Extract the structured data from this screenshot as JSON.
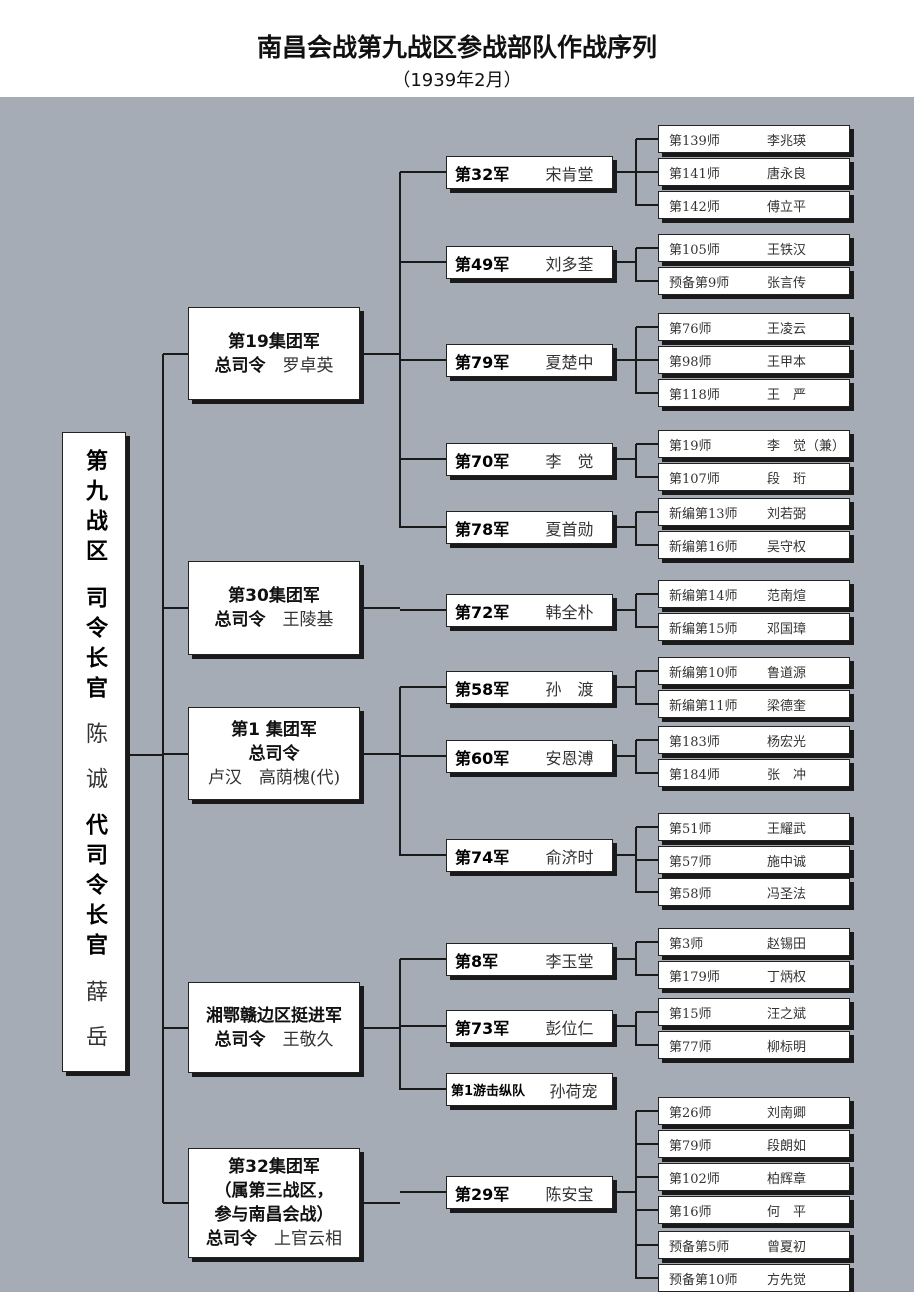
{
  "title": "南昌会战第九战区参战部队作战序列",
  "subtitle": "（1939年2月）",
  "commander": {
    "region": "第九战区",
    "role": "司令长官",
    "name": "陈 诚",
    "acting_role": "代司令长官",
    "acting_name": "薛 岳"
  },
  "groups": [
    {
      "lines": [
        "第19集团军"
      ],
      "cmd_label": "总司令",
      "cmd": "罗卓英",
      "armies": [
        {
          "unit": "第32军",
          "cmd": "宋肯堂",
          "divisions": [
            [
              "第139师",
              "李兆瑛"
            ],
            [
              "第141师",
              "唐永良"
            ],
            [
              "第142师",
              "傅立平"
            ]
          ]
        },
        {
          "unit": "第49军",
          "cmd": "刘多荃",
          "divisions": [
            [
              "第105师",
              "王铁汉"
            ],
            [
              "预备第9师",
              "张言传"
            ]
          ]
        },
        {
          "unit": "第79军",
          "cmd": "夏楚中",
          "divisions": [
            [
              "第76师",
              "王凌云"
            ],
            [
              "第98师",
              "王甲本"
            ],
            [
              "第118师",
              "王　严"
            ]
          ]
        },
        {
          "unit": "第70军",
          "cmd": "李　觉",
          "divisions": [
            [
              "第19师",
              "李　觉（兼）"
            ],
            [
              "第107师",
              "段　珩"
            ]
          ]
        },
        {
          "unit": "第78军",
          "cmd": "夏首勋",
          "divisions": [
            [
              "新编第13师",
              "刘若弼"
            ],
            [
              "新编第16师",
              "吴守权"
            ]
          ]
        }
      ]
    },
    {
      "lines": [
        "第30集团军"
      ],
      "cmd_label": "总司令",
      "cmd": "王陵基",
      "armies": [
        {
          "unit": "第72军",
          "cmd": "韩全朴",
          "divisions": [
            [
              "新编第14师",
              "范南煊"
            ],
            [
              "新编第15师",
              "邓国璋"
            ]
          ]
        }
      ]
    },
    {
      "lines": [
        "第1 集团军",
        "总司令"
      ],
      "cmd_label": "",
      "cmd": "卢汉　高荫槐(代)",
      "armies": [
        {
          "unit": "第58军",
          "cmd": "孙　渡",
          "divisions": [
            [
              "新编第10师",
              "鲁道源"
            ],
            [
              "新编第11师",
              "梁德奎"
            ]
          ]
        },
        {
          "unit": "第60军",
          "cmd": "安恩溥",
          "divisions": [
            [
              "第183师",
              "杨宏光"
            ],
            [
              "第184师",
              "张　冲"
            ]
          ]
        },
        {
          "unit": "第74军",
          "cmd": "俞济时",
          "divisions": [
            [
              "第51师",
              "王耀武"
            ],
            [
              "第57师",
              "施中诚"
            ],
            [
              "第58师",
              "冯圣法"
            ]
          ]
        }
      ]
    },
    {
      "lines": [
        "湘鄂赣边区挺进军"
      ],
      "cmd_label": "总司令",
      "cmd": "王敬久",
      "armies": [
        {
          "unit": "第8军",
          "cmd": "李玉堂",
          "divisions": [
            [
              "第3师",
              "赵锡田"
            ],
            [
              "第179师",
              "丁炳权"
            ]
          ]
        },
        {
          "unit": "第73军",
          "cmd": "彭位仁",
          "divisions": [
            [
              "第15师",
              "汪之斌"
            ],
            [
              "第77师",
              "柳标明"
            ]
          ]
        },
        {
          "unit": "第1游击纵队",
          "cmd": "孙荷宠",
          "divisions": []
        }
      ]
    },
    {
      "lines": [
        "第32集团军",
        "（属第三战区，",
        "参与南昌会战）"
      ],
      "cmd_label": "总司令",
      "cmd": "上官云相",
      "armies": [
        {
          "unit": "第29军",
          "cmd": "陈安宝",
          "divisions": [
            [
              "第26师",
              "刘南卿"
            ],
            [
              "第79师",
              "段朗如"
            ],
            [
              "第102师",
              "柏辉章"
            ],
            [
              "第16师",
              "何　平"
            ],
            [
              "预备第5师",
              "曾夏初"
            ],
            [
              "预备第10师",
              "方先觉"
            ]
          ]
        }
      ]
    }
  ]
}
